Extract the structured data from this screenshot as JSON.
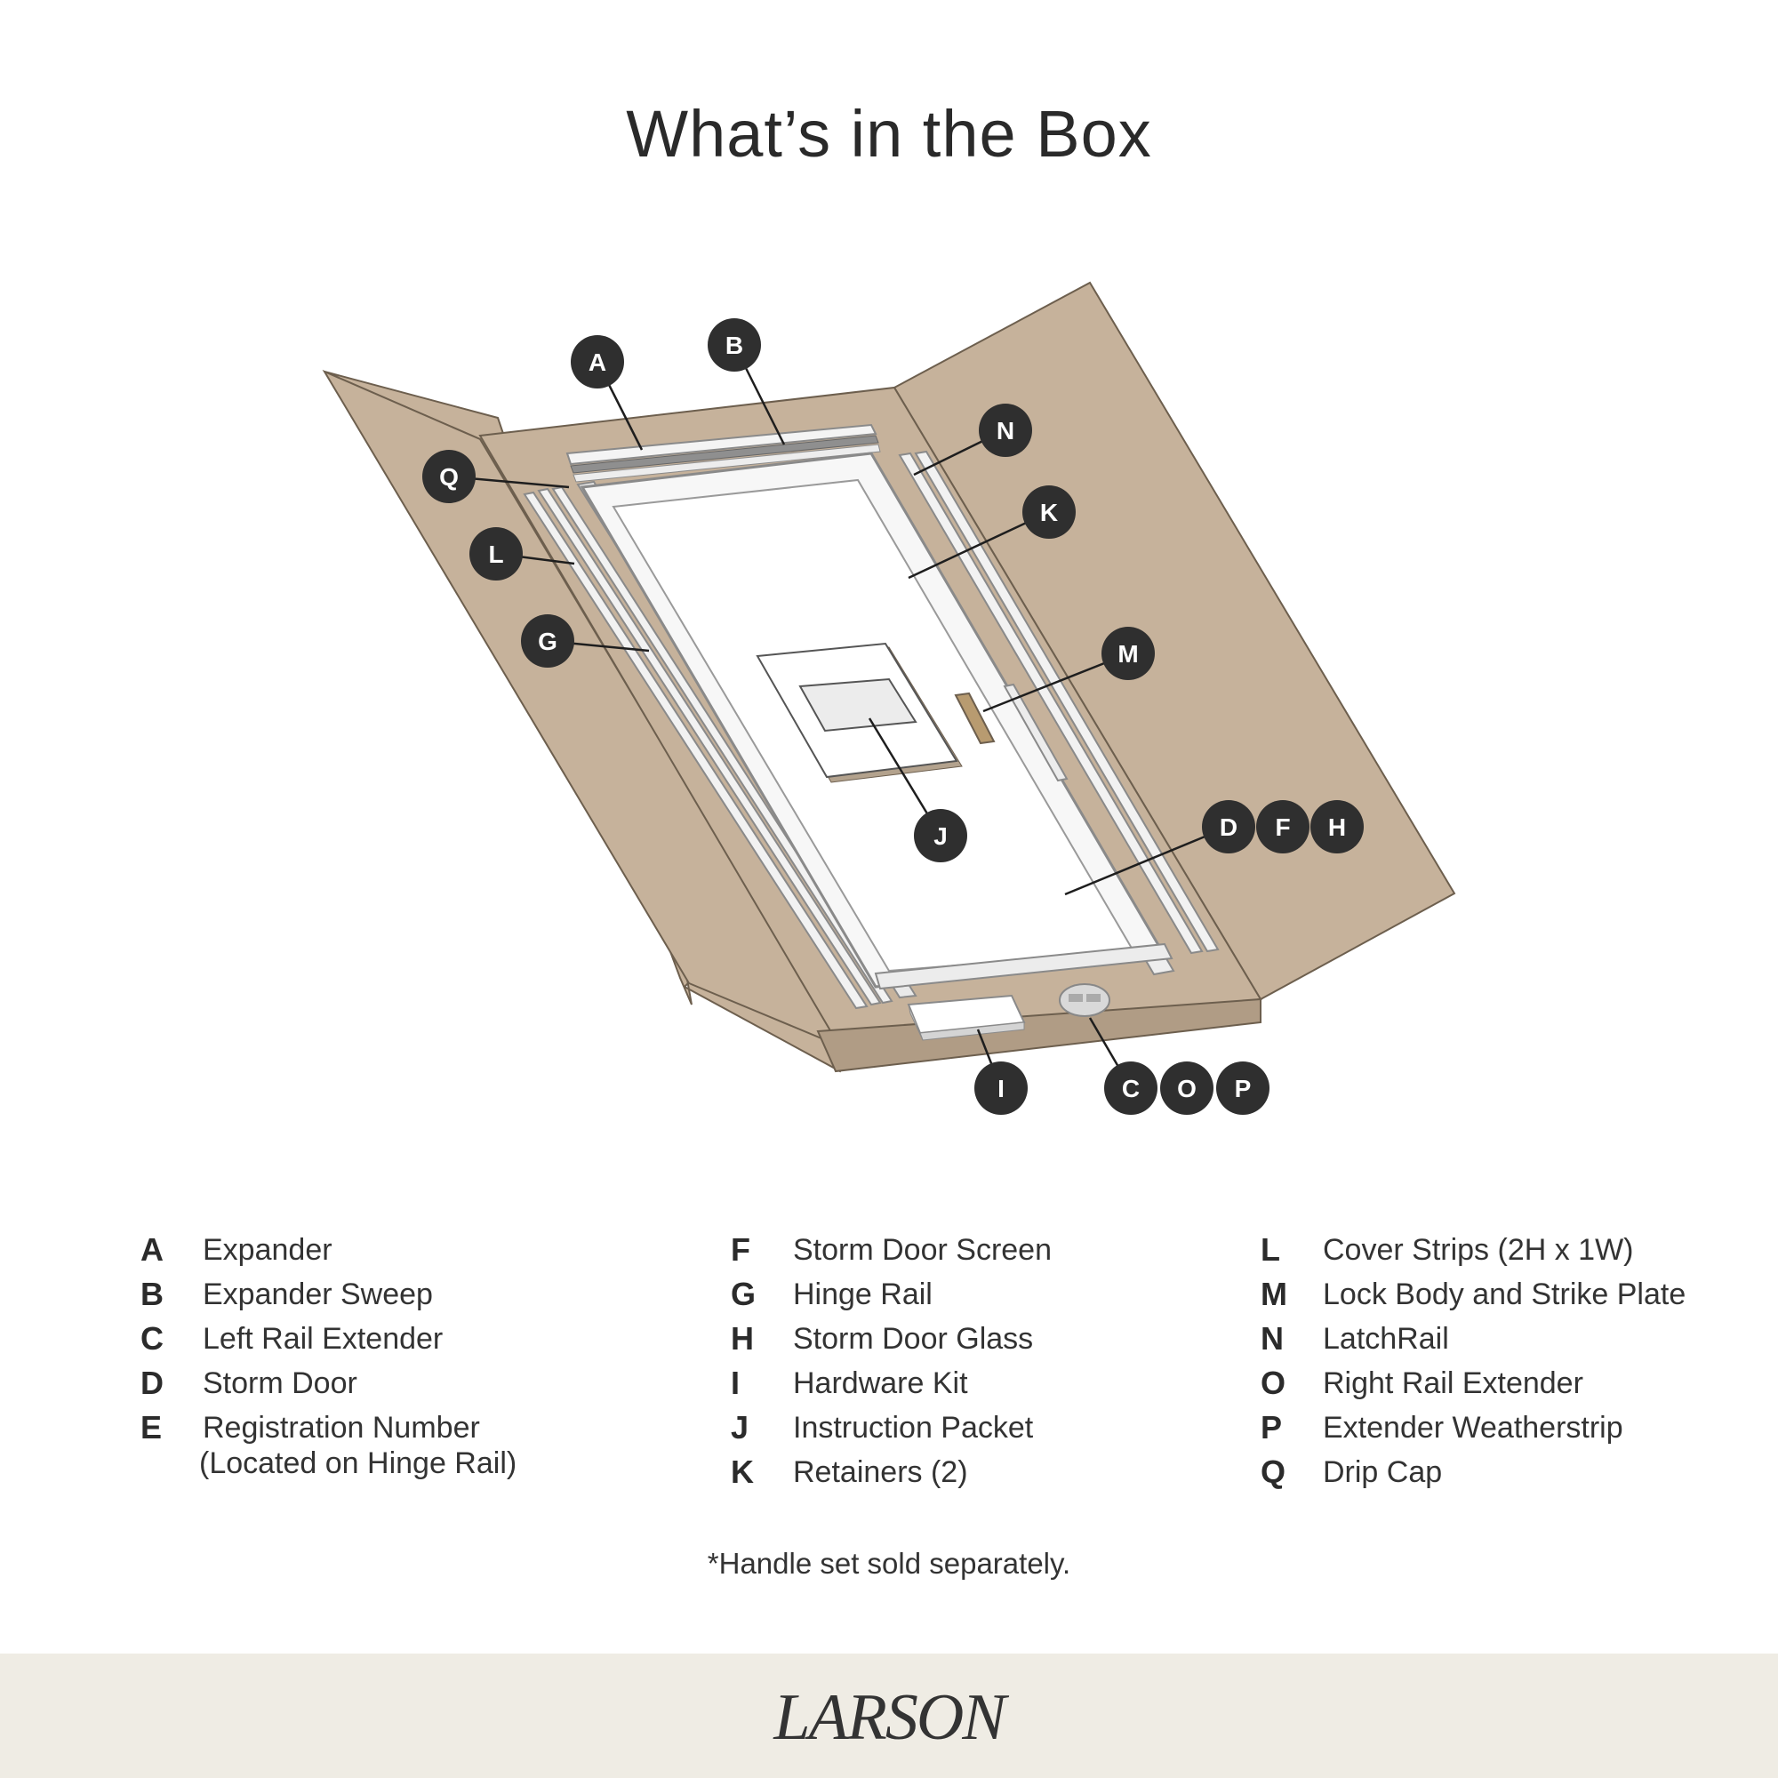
{
  "title": "What’s in the Box",
  "callouts": [
    "A",
    "B",
    "N",
    "Q",
    "K",
    "L",
    "G",
    "M",
    "D",
    "F",
    "H",
    "J",
    "I",
    "C",
    "O",
    "P"
  ],
  "legend": {
    "col1": [
      {
        "letter": "A",
        "label": "Expander"
      },
      {
        "letter": "B",
        "label": "Expander Sweep"
      },
      {
        "letter": "C",
        "label": "Left Rail Extender"
      },
      {
        "letter": "D",
        "label": "Storm Door"
      },
      {
        "letter": "E",
        "label": "Registration Number",
        "sub": "(Located on Hinge Rail)"
      }
    ],
    "col2": [
      {
        "letter": "F",
        "label": "Storm Door Screen"
      },
      {
        "letter": "G",
        "label": "Hinge Rail"
      },
      {
        "letter": "H",
        "label": "Storm Door Glass"
      },
      {
        "letter": "I",
        "label": "Hardware Kit"
      },
      {
        "letter": "J",
        "label": "Instruction Packet"
      },
      {
        "letter": "K",
        "label": "Retainers (2)"
      }
    ],
    "col3": [
      {
        "letter": "L",
        "label": "Cover Strips (2H x 1W)"
      },
      {
        "letter": "M",
        "label": "Lock Body and Strike Plate"
      },
      {
        "letter": "N",
        "label": "LatchRail"
      },
      {
        "letter": "O",
        "label": "Right Rail Extender"
      },
      {
        "letter": "P",
        "label": "Extender Weatherstrip"
      },
      {
        "letter": "Q",
        "label": "Drip Cap"
      }
    ]
  },
  "note": "*Handle set sold separately.",
  "brand": "LARSON",
  "colors": {
    "cardboard": "#c6b29b",
    "callout": "#2f2f2f",
    "footer": "#efece4"
  }
}
